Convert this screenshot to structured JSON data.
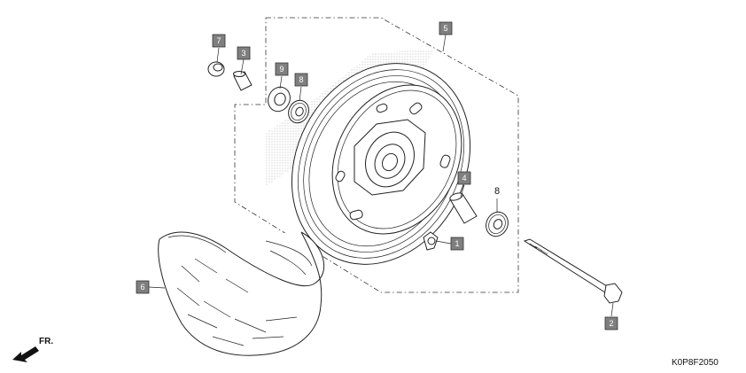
{
  "diagram": {
    "reference_code": "K0P8F2050",
    "direction_label": "FR.",
    "callouts": [
      {
        "id": "c7",
        "label": "7"
      },
      {
        "id": "c3",
        "label": "3"
      },
      {
        "id": "c9",
        "label": "9"
      },
      {
        "id": "c8a",
        "label": "8"
      },
      {
        "id": "c5",
        "label": "5"
      },
      {
        "id": "c4",
        "label": "4"
      },
      {
        "id": "c8b",
        "label": "8"
      },
      {
        "id": "c1",
        "label": "1"
      },
      {
        "id": "c6",
        "label": "6"
      },
      {
        "id": "c2",
        "label": "2"
      }
    ],
    "colors": {
      "callout_fill": "#7f7f7f",
      "line": "#222222",
      "shading": "#9a9a9a"
    }
  }
}
